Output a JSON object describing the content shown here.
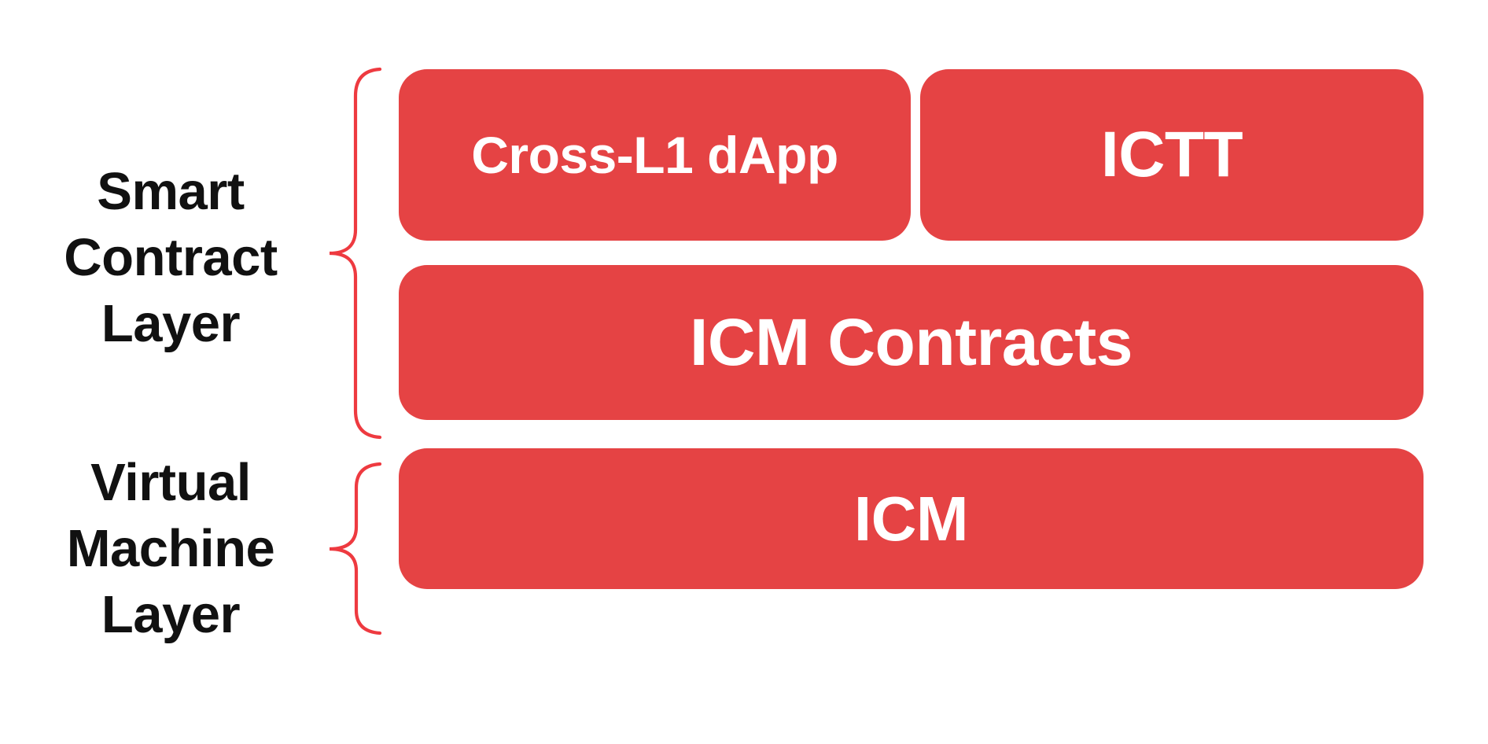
{
  "labels": {
    "smart_contract": {
      "line1": "Smart",
      "line2": "Contract",
      "line3": "Layer"
    },
    "virtual_machine": {
      "line1": "Virtual",
      "line2": "Machine",
      "line3": "Layer"
    }
  },
  "boxes": {
    "cross_l1_dapp": "Cross-L1 dApp",
    "ictt": "ICTT",
    "icm_contracts": "ICM Contracts",
    "icm": "ICM"
  },
  "colors": {
    "box_red": "#e54344",
    "brace_red": "#ee3a40",
    "label_black": "#111111",
    "box_text": "#ffffff",
    "bg_white": "#ffffff"
  }
}
